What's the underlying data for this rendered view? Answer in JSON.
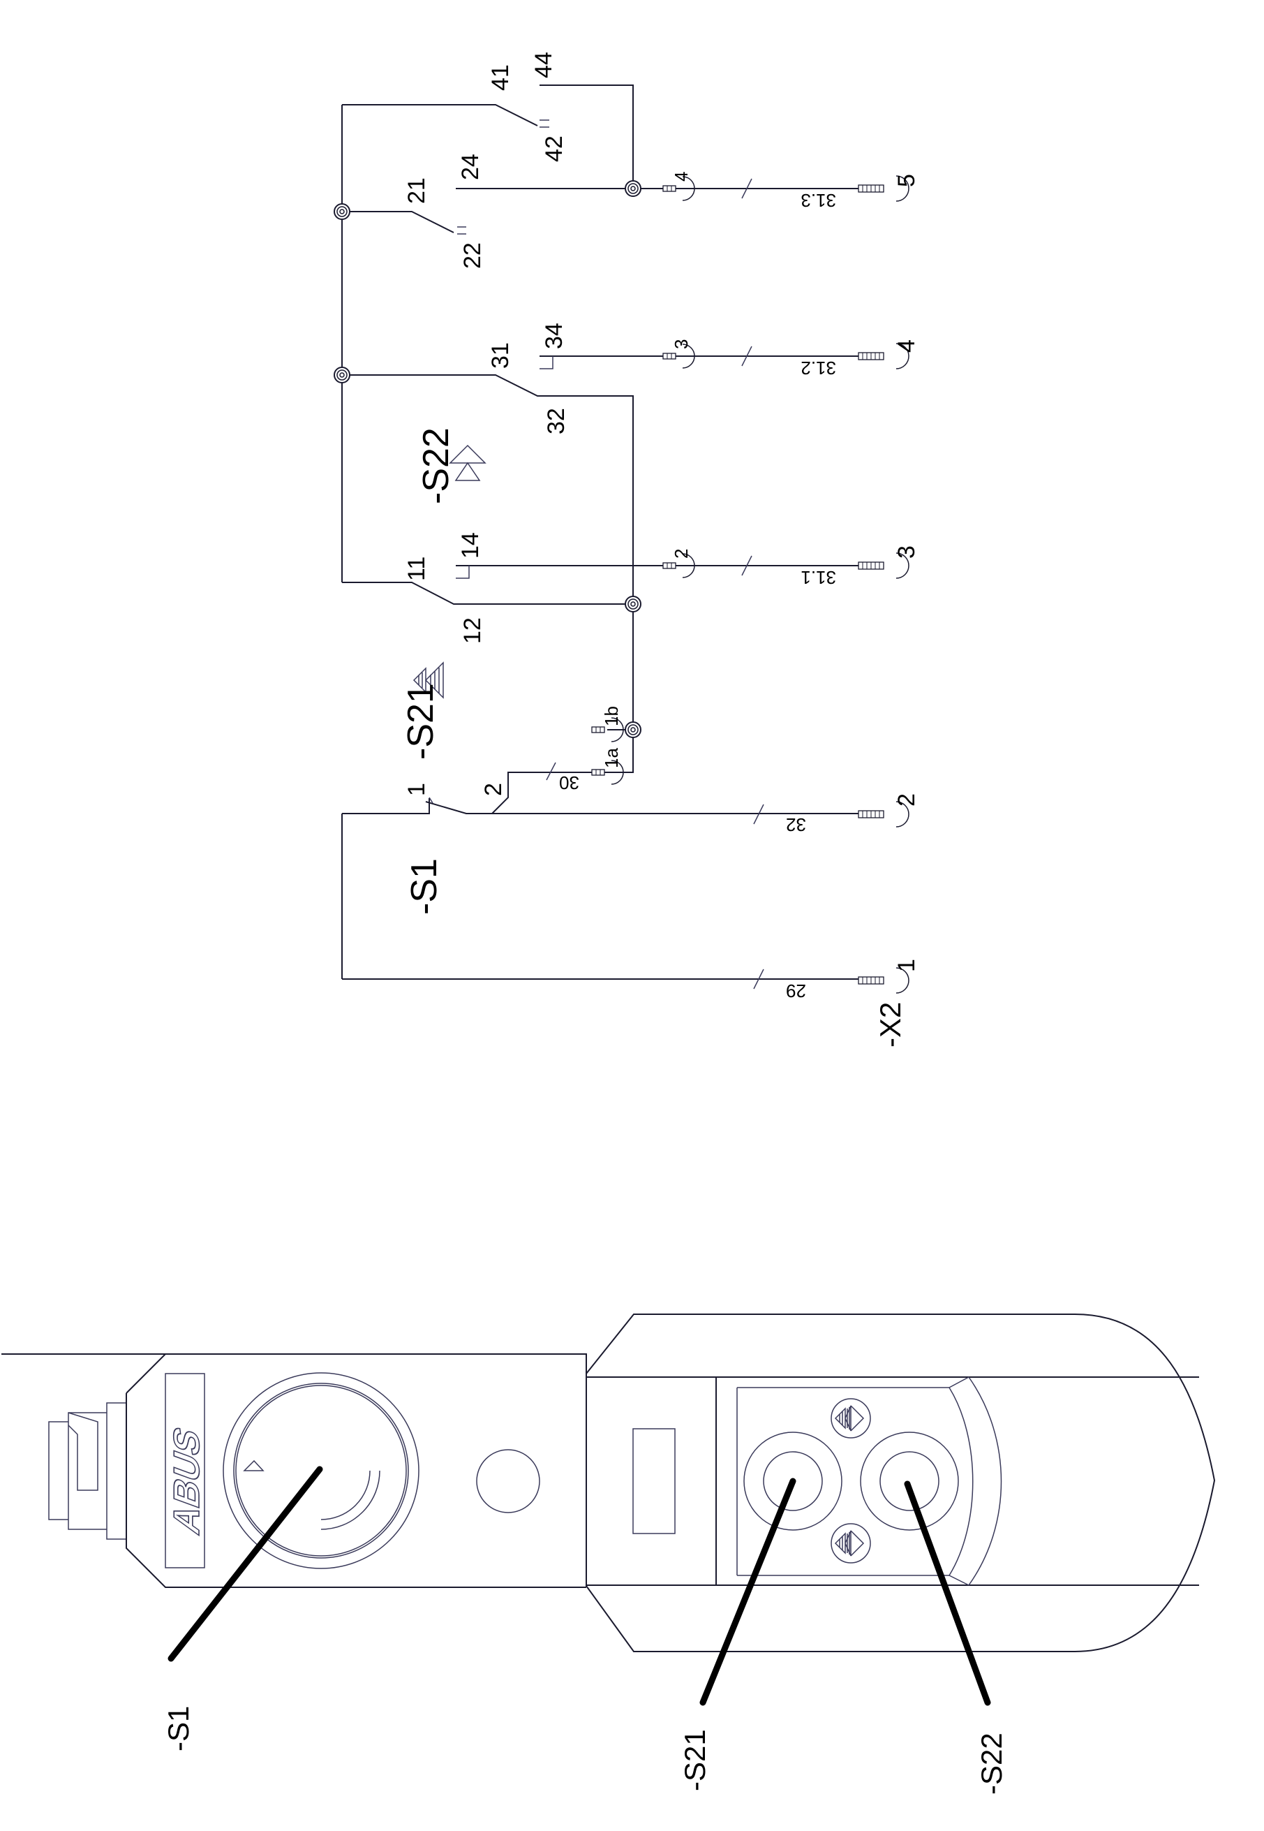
{
  "diagram": {
    "title": "ABUS pendant control wiring",
    "brand": "ABUS",
    "line_color": "#1a1a2e",
    "devices": {
      "s1": {
        "label": "-S1",
        "terminals": [
          "1",
          "2"
        ]
      },
      "s21": {
        "label": "-S21",
        "contacts": [
          "11",
          "12",
          "14",
          "21",
          "22",
          "24"
        ]
      },
      "s22": {
        "label": "-S22",
        "contacts": [
          "31",
          "32",
          "34",
          "41",
          "42",
          "44"
        ]
      },
      "x2": {
        "label": "-X2"
      }
    },
    "contact_labels": {
      "c41": "41",
      "c44": "44",
      "c42": "42",
      "c24": "24",
      "c21": "21",
      "c22": "22",
      "c31": "31",
      "c34": "34",
      "c32": "32",
      "c11": "11",
      "c14": "14",
      "c12": "12",
      "s1_1": "1",
      "s1_2": "2"
    },
    "inner_terminals": {
      "t1a": "1a",
      "t1b": "1b",
      "t2": "2",
      "t3": "3",
      "t4": "4"
    },
    "wire_numbers": {
      "w29": "29",
      "w32": "32",
      "w30": "30",
      "w311": "31.1",
      "w312": "31.2",
      "w313": "31.3"
    },
    "x2_terminals": [
      "1",
      "2",
      "3",
      "4",
      "5"
    ],
    "callouts": {
      "s1": "-S1",
      "s21": "-S21",
      "s22": "-S22"
    }
  }
}
